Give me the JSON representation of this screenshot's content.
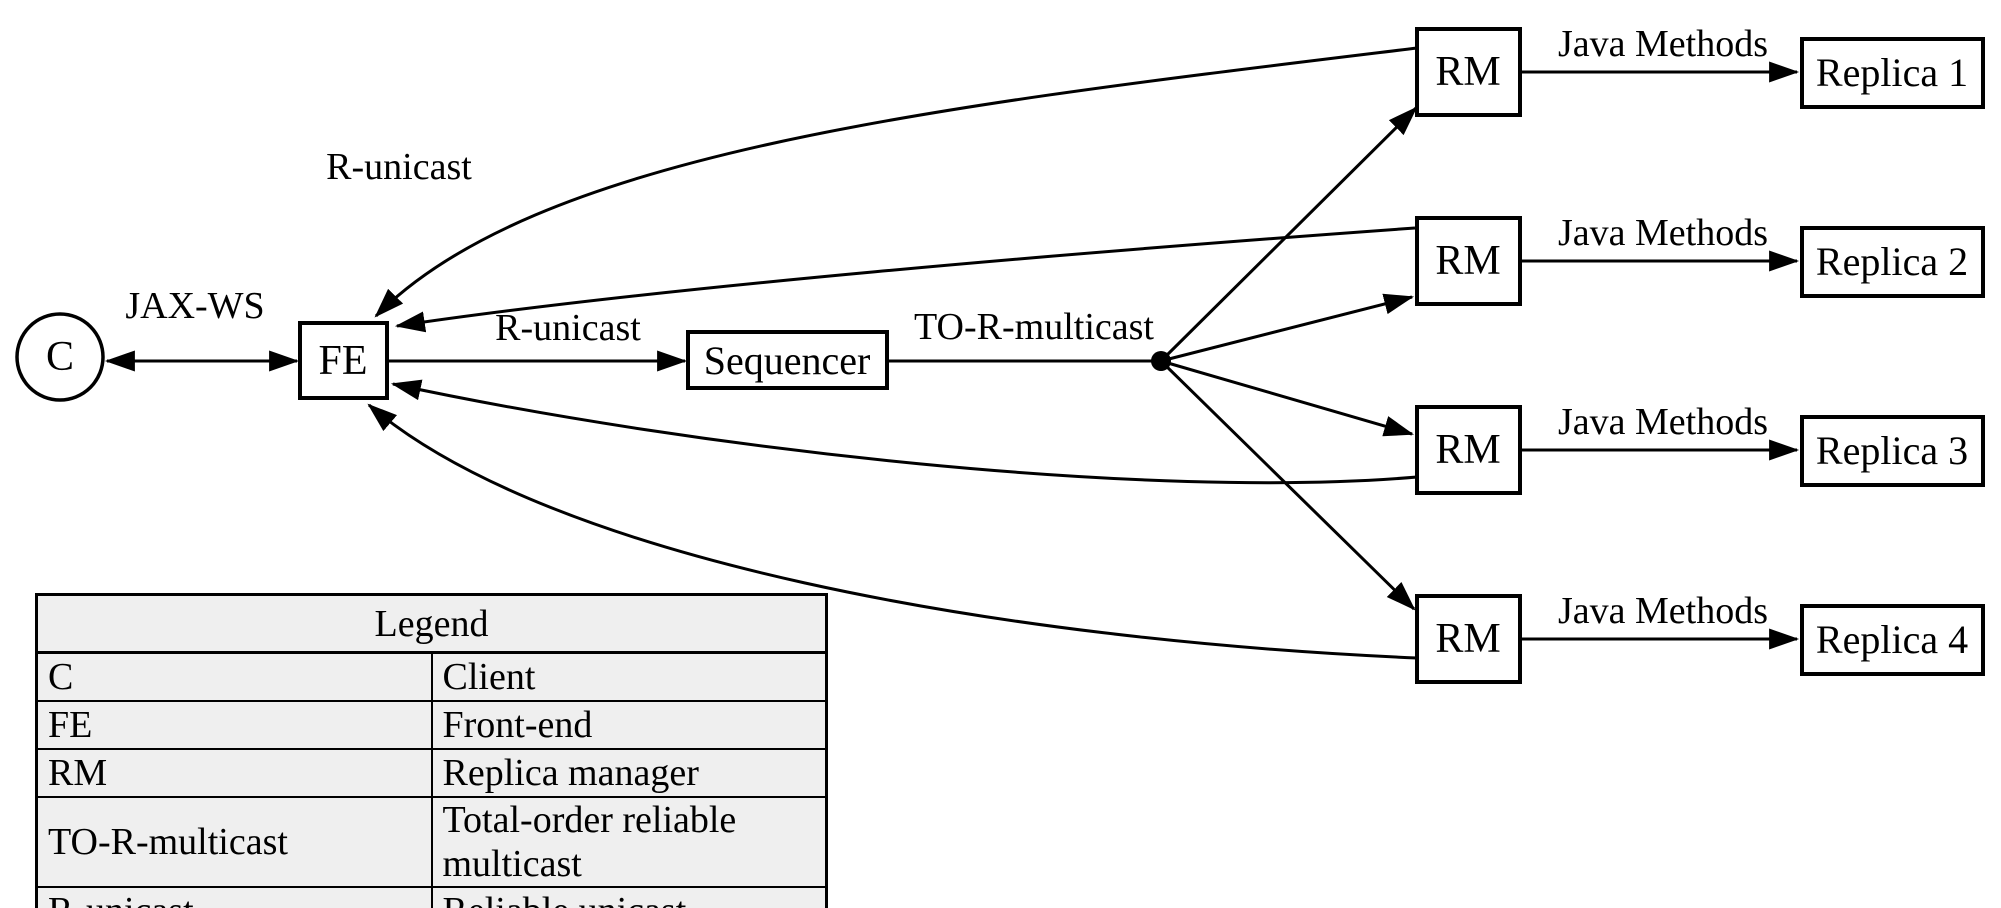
{
  "diagram": {
    "nodes": {
      "client": "C",
      "front_end": "FE",
      "sequencer": "Sequencer",
      "rm": "RM",
      "replicas": [
        "Replica 1",
        "Replica 2",
        "Replica 3",
        "Replica 4"
      ]
    },
    "edge_labels": {
      "client_fe": "JAX-WS",
      "rm_fe_return": "R-unicast",
      "fe_sequencer": "R-unicast",
      "sequencer_rms": "TO-R-multicast",
      "rm_replica": "Java Methods"
    },
    "colors": {
      "stroke": "#000000",
      "background": "#ffffff",
      "legend_background": "#efefef"
    }
  },
  "legend": {
    "title": "Legend",
    "rows": [
      {
        "key": "C",
        "value": "Client"
      },
      {
        "key": "FE",
        "value": "Front-end"
      },
      {
        "key": "RM",
        "value": "Replica manager"
      },
      {
        "key": "TO-R-multicast",
        "value": "Total-order reliable multicast"
      },
      {
        "key": "R-unicast",
        "value": "Reliable unicast"
      }
    ]
  }
}
